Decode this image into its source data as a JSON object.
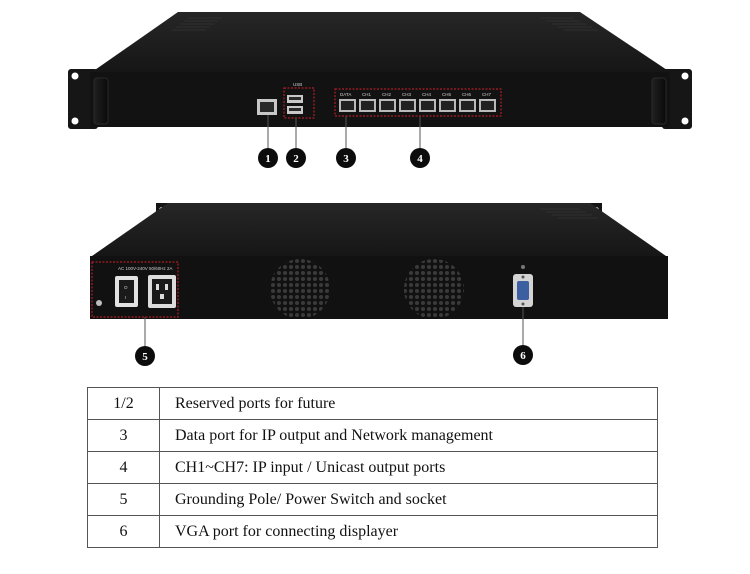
{
  "front_panel": {
    "usb_label": "USB",
    "data_label": "DATA",
    "channel_labels": [
      "CH1",
      "CH2",
      "CH3",
      "CH4",
      "CH5",
      "CH6",
      "CH7"
    ]
  },
  "rear_panel": {
    "power_rating": "AC 100V-240V 50/60Hz 2A",
    "switch_on": "O",
    "switch_off": "I"
  },
  "callouts": [
    "1",
    "2",
    "3",
    "4",
    "5",
    "6"
  ],
  "legend": [
    {
      "num": "1/2",
      "desc": "Reserved ports for future"
    },
    {
      "num": "3",
      "desc": "Data port for IP output and Network management"
    },
    {
      "num": "4",
      "desc": "CH1~CH7: IP input / Unicast output ports"
    },
    {
      "num": "5",
      "desc": "Grounding Pole/ Power Switch and socket"
    },
    {
      "num": "6",
      "desc": "VGA port for connecting displayer"
    }
  ],
  "colors": {
    "chassis": "#141414",
    "chassis_top": "#1c1c1c",
    "panel": "#0f0f0f",
    "highlight_box": "#d0202a",
    "callout_fill": "#0c0c0c",
    "port_frame": "#b9b9b9"
  }
}
